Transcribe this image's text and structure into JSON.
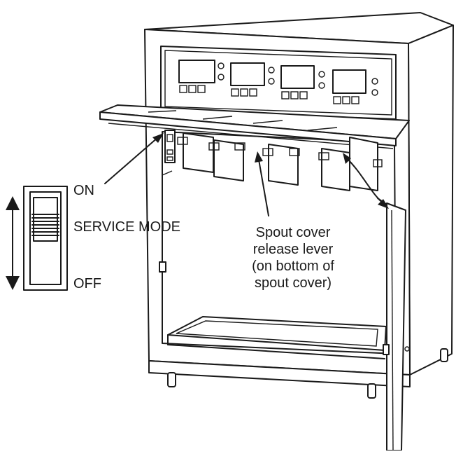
{
  "switch": {
    "on_label": "ON",
    "mode_label": "SERVICE MODE",
    "off_label": "OFF"
  },
  "callout": {
    "lines": [
      "Spout cover",
      "release lever",
      "(on bottom of",
      "spout cover)"
    ]
  },
  "panel": {
    "display_count": 4
  },
  "colors": {
    "ink": "#1a1a1a",
    "background": "#ffffff"
  }
}
